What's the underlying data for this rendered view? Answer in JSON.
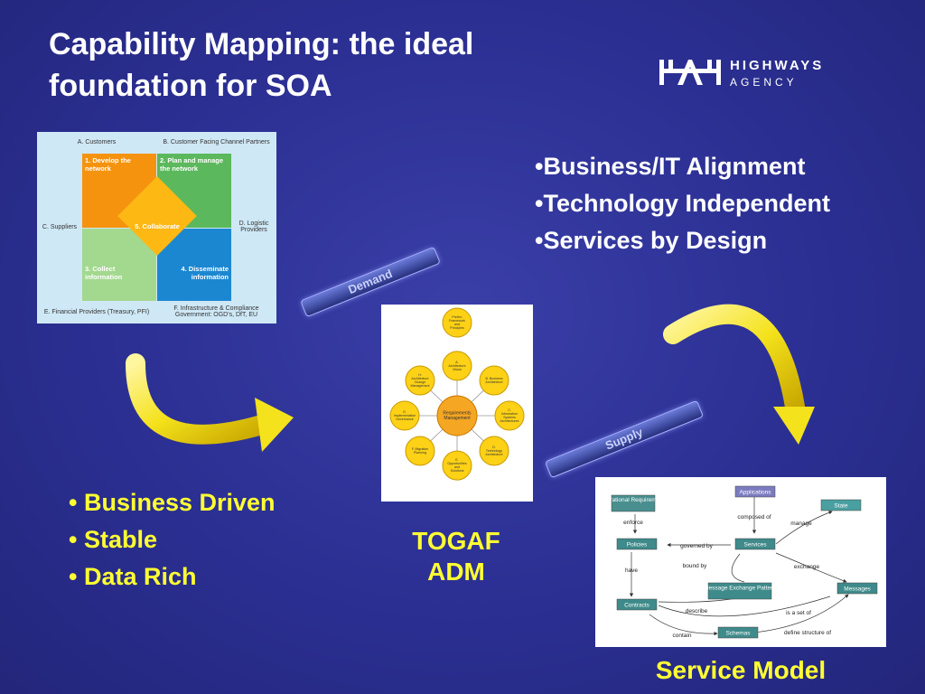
{
  "slide": {
    "title_line1": "Capability Mapping: the ideal",
    "title_line2": "foundation for SOA",
    "logo": {
      "word1": "HIGHWAYS",
      "word2": "AGENCY"
    }
  },
  "bullets_top": [
    "•Business/IT Alignment",
    "•Technology Independent",
    "•Services by Design"
  ],
  "bullets_left": [
    "• Business Driven",
    "• Stable",
    "• Data Rich"
  ],
  "captions": {
    "togaf_line1": "TOGAF",
    "togaf_line2": "ADM",
    "service_model": "Service Model"
  },
  "flows": {
    "demand": "Demand",
    "supply": "Supply"
  },
  "capability_matrix": {
    "top_left": "A. Customers",
    "top_right": "B. Customer Facing Channel Partners",
    "left": "C. Suppliers",
    "right": "D. Logistic Providers",
    "bottom_left": "E. Financial Providers (Treasury, PFI)",
    "bottom_right": "F. Infrastructure & Compliance Government: OGD's, DfT, EU",
    "q1": "1.   Develop the network",
    "q2": "2.   Plan and manage the network",
    "q3": "3.   Collect information",
    "q4": "4.  Disseminate information",
    "center": "5.   Collaborate",
    "colors": {
      "q1": "#f5930f",
      "q2": "#5cb85c",
      "q3": "#a3d88f",
      "q4": "#1c87d1",
      "center": "#fdb813"
    }
  },
  "togaf": {
    "center": "Requirements Management",
    "nodes": [
      "Prelim: Framework and Principles",
      "A. Architecture Vision",
      "B. Business Architecture",
      "C. Information Systems Architectures",
      "D. Technology Architecture",
      "E. Opportunities and Solutions",
      "F. Migration Planning",
      "G. Implementation Governance",
      "H. Architecture Change Management"
    ]
  },
  "service_model": {
    "boxes": {
      "applications": "Applications",
      "operational_requirements": "Operational Requirements",
      "state": "State",
      "policies": "Policies",
      "services": "Services",
      "message_exchange_pattern": "Message Exchange Pattern",
      "messages": "Messages",
      "contracts": "Contracts",
      "schemas": "Schemas"
    },
    "edges": {
      "enforce": "enforce",
      "composed_of": "composed of",
      "manage": "manage",
      "governed_by": "governed by",
      "bound_by": "bound by",
      "exchange": "exchange",
      "have": "have",
      "describe": "describe",
      "is_a_set_of": "is a set of",
      "contain": "contain",
      "define_structure_of": "define structure of"
    }
  },
  "colors": {
    "background": "#2b2f92",
    "text_white": "#ffffff",
    "text_yellow": "#ffff33",
    "arrow_yellow": "#f4e21c"
  }
}
